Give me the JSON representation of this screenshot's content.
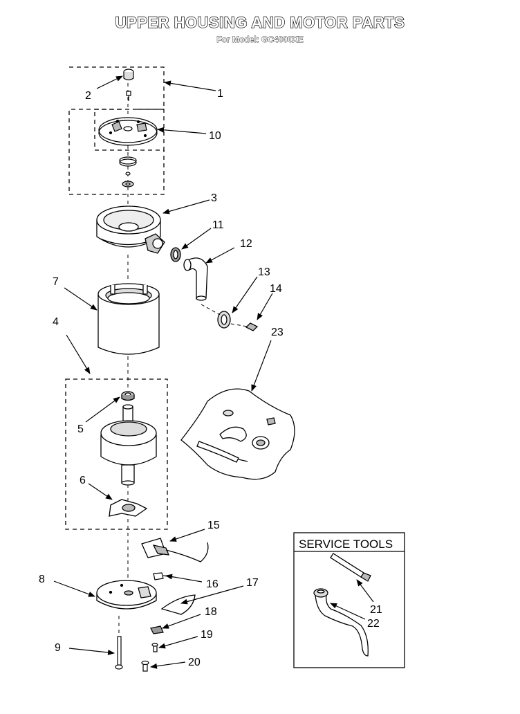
{
  "header": {
    "title": "UPPER HOUSING AND MOTOR PARTS",
    "subtitle": "For Model: GC4000XE"
  },
  "callouts": [
    "1",
    "2",
    "3",
    "4",
    "5",
    "6",
    "7",
    "8",
    "9",
    "10",
    "11",
    "12",
    "13",
    "14",
    "15",
    "16",
    "17",
    "18",
    "19",
    "20",
    "21",
    "22",
    "23"
  ],
  "service_tools": {
    "title": "SERVICE TOOLS",
    "items": [
      "21",
      "22"
    ]
  }
}
